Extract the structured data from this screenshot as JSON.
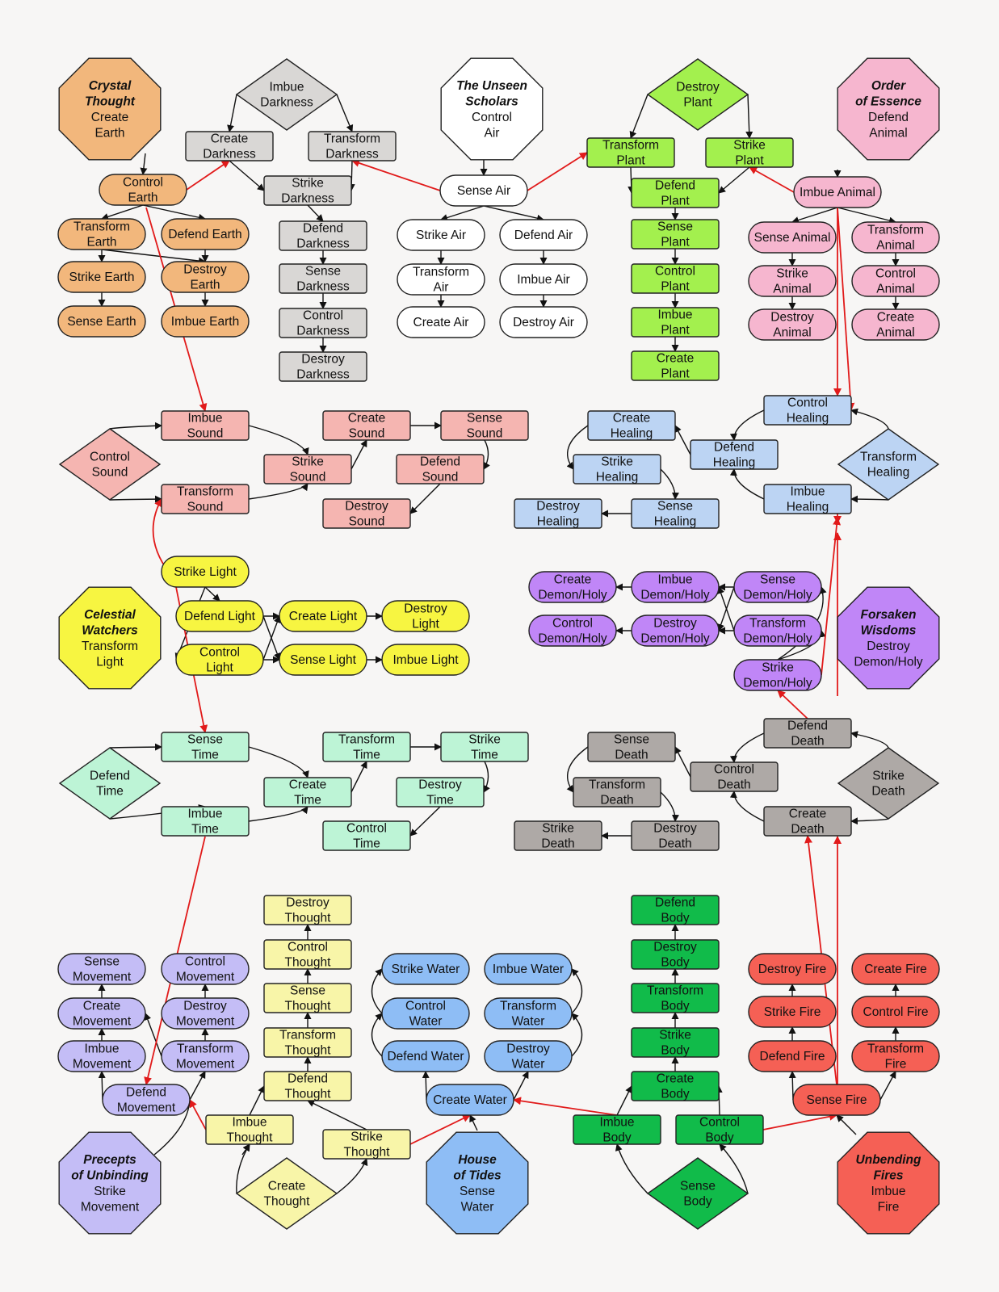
{
  "colors": {
    "earth": "#f2b77c",
    "darkness": "#d9d7d5",
    "air": "#ffffff",
    "plant": "#a3f04e",
    "animal": "#f6b6cf",
    "sound": "#f5b5b1",
    "healing": "#bcd4f3",
    "light": "#f7f541",
    "demon": "#c086f7",
    "time": "#bdf4d6",
    "death": "#aea9a6",
    "movement": "#c4bdf6",
    "thought": "#f8f5a8",
    "water": "#8ebdf5",
    "body": "#11bb4a",
    "fire": "#f56055",
    "arrow": "#111111",
    "link": "#e11a1a"
  },
  "factions": [
    {
      "name": "Crystal Thought",
      "power": "Create Earth"
    },
    {
      "name": "The Unseen Scholars",
      "power": "Control Air"
    },
    {
      "name": "Order of Essence",
      "power": "Defend Animal"
    },
    {
      "name": "Celestial Watchers",
      "power": "Transform Light"
    },
    {
      "name": "Forsaken Wisdoms",
      "power": "Destroy Demon/Holy"
    },
    {
      "name": "Precepts of Unbinding",
      "power": "Strike Movement"
    },
    {
      "name": "House of Tides",
      "power": "Sense Water"
    },
    {
      "name": "Unbending Fires",
      "power": "Imbue Fire"
    }
  ],
  "trees": {
    "earth": [
      "Control Earth",
      "Transform Earth",
      "Defend Earth",
      "Strike Earth",
      "Destroy Earth",
      "Sense Earth",
      "Imbue Earth"
    ],
    "darkness": [
      "Imbue Darkness",
      "Create Darkness",
      "Transform Darkness",
      "Strike Darkness",
      "Defend Darkness",
      "Sense Darkness",
      "Control Darkness",
      "Destroy Darkness"
    ],
    "air": [
      "Sense Air",
      "Strike Air",
      "Defend Air",
      "Transform Air",
      "Imbue Air",
      "Create Air",
      "Destroy Air"
    ],
    "plant": [
      "Destroy Plant",
      "Transform Plant",
      "Strike Plant",
      "Defend Plant",
      "Sense Plant",
      "Control Plant",
      "Imbue Plant",
      "Create Plant"
    ],
    "animal": [
      "Imbue Animal",
      "Sense Animal",
      "Transform Animal",
      "Strike Animal",
      "Control Animal",
      "Destroy Animal",
      "Create Animal"
    ],
    "sound": [
      "Control Sound",
      "Imbue Sound",
      "Transform Sound",
      "Strike Sound",
      "Create Sound",
      "Sense Sound",
      "Defend Sound",
      "Destroy Sound"
    ],
    "healing": [
      "Transform Healing",
      "Control Healing",
      "Imbue Healing",
      "Defend Healing",
      "Create Healing",
      "Strike Healing",
      "Sense Healing",
      "Destroy Healing"
    ],
    "light": [
      "Strike Light",
      "Defend Light",
      "Control Light",
      "Create Light",
      "Sense Light",
      "Destroy Light",
      "Imbue Light"
    ],
    "demon": [
      "Strike Demon/Holy",
      "Sense Demon/Holy",
      "Transform Demon/Holy",
      "Imbue Demon/Holy",
      "Destroy Demon/Holy",
      "Create Demon/Holy",
      "Control Demon/Holy"
    ],
    "time": [
      "Defend Time",
      "Sense Time",
      "Imbue Time",
      "Create Time",
      "Transform Time",
      "Strike Time",
      "Destroy Time",
      "Control Time"
    ],
    "death": [
      "Strike Death",
      "Defend Death",
      "Create Death",
      "Control Death",
      "Sense Death",
      "Transform Death",
      "Destroy Death",
      "Strike Death"
    ],
    "movement": [
      "Defend Movement",
      "Imbue Movement",
      "Transform Movement",
      "Create Movement",
      "Destroy Movement",
      "Sense Movement",
      "Control Movement"
    ],
    "thought": [
      "Create Thought",
      "Imbue Thought",
      "Strike Thought",
      "Defend Thought",
      "Transform Thought",
      "Sense Thought",
      "Control Thought",
      "Destroy Thought"
    ],
    "water": [
      "Create Water",
      "Defend Water",
      "Destroy Water",
      "Control Water",
      "Transform Water",
      "Strike Water",
      "Imbue Water"
    ],
    "body": [
      "Sense Body",
      "Imbue Body",
      "Control Body",
      "Create Body",
      "Strike Body",
      "Transform Body",
      "Destroy Body",
      "Defend Body"
    ],
    "fire": [
      "Sense Fire",
      "Defend Fire",
      "Transform Fire",
      "Strike Fire",
      "Control Fire",
      "Destroy Fire",
      "Create Fire"
    ]
  }
}
